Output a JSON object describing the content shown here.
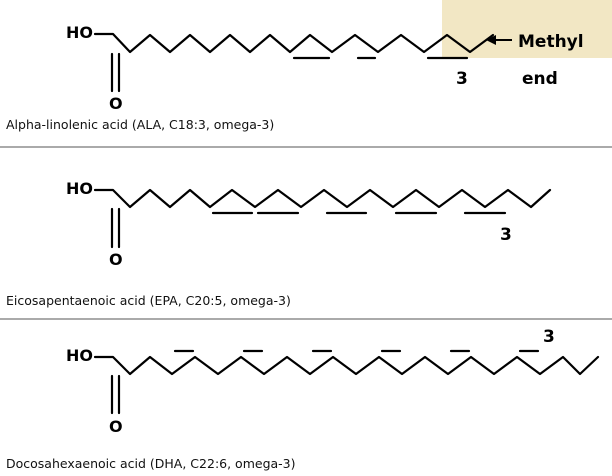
{
  "background_accent": "#f2e7c4",
  "molecules": [
    {
      "id": "ala",
      "caption": "Alpha-linolenic acid (ALA, C18:3, omega-3)",
      "hydroxyl": "HO",
      "oxygen": "O",
      "omega_label": "3",
      "extra_label_line1": "Methyl",
      "extra_label_line2": "end"
    },
    {
      "id": "epa",
      "caption": "Eicosapentaenoic acid (EPA, C20:5, omega-3)",
      "hydroxyl": "HO",
      "oxygen": "O",
      "omega_label": "3"
    },
    {
      "id": "dha",
      "caption": "Docosahexaenoic acid (DHA, C22:6, omega-3)",
      "hydroxyl": "HO",
      "oxygen": "O",
      "omega_label": "3"
    }
  ]
}
